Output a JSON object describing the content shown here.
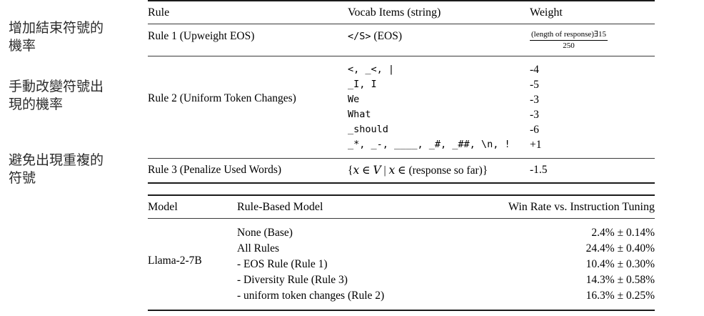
{
  "annotations": [
    {
      "id": "note-1",
      "text": "增加結束符號的\n機率"
    },
    {
      "id": "note-2",
      "text": "手動改變符號出\n現的機率"
    },
    {
      "id": "note-3",
      "text": "避免出現重複的\n符號"
    }
  ],
  "rules_table": {
    "headers": {
      "rule": "Rule",
      "vocab": "Vocab Items (string)",
      "weight": "Weight"
    },
    "rows": [
      {
        "label": "Rule 1 (Upweight EOS)",
        "vocab_mono": "</S>",
        "vocab_suffix": " (EOS)",
        "weight_numerator": "(length of response)∃15",
        "weight_denominator": "250"
      },
      {
        "label": "Rule 2 (Uniform Token Changes)",
        "items": [
          "<, _<, |",
          "_I, I",
          "We",
          "What",
          "_should",
          "_*, _-, ____, _#, _##, \\n, !"
        ],
        "weights": [
          "-4",
          "-5",
          "-3",
          "-3",
          "-6",
          "+1"
        ]
      },
      {
        "label": "Rule 3 (Penalize Used Words)",
        "set_open": "{",
        "set_var1": "x",
        "set_in1": " ∈ ",
        "set_vocab": "V",
        "set_bar": " | ",
        "set_var2": "x",
        "set_in2": " ∈ ",
        "set_tail": "(response so far)",
        "set_close": "}",
        "weight": "-1.5"
      }
    ]
  },
  "results_table": {
    "headers": {
      "model": "Model",
      "rule_based_model": "Rule-Based Model",
      "win_rate": "Win Rate vs. Instruction Tuning"
    },
    "model_name": "Llama-2-7B",
    "rows": [
      {
        "variant": "None (Base)",
        "win_rate": "2.4% ± 0.14%"
      },
      {
        "variant": "All Rules",
        "win_rate": "24.4% ± 0.40%"
      },
      {
        "variant": "- EOS Rule (Rule 1)",
        "win_rate": "10.4% ± 0.30%"
      },
      {
        "variant": "- Diversity Rule (Rule 3)",
        "win_rate": "14.3% ± 0.58%"
      },
      {
        "variant": "- uniform token changes (Rule 2)",
        "win_rate": "16.3% ± 0.25%"
      }
    ]
  },
  "colors": {
    "text": "#000000",
    "annotation_text": "#2b2b2b",
    "rule_line": "#1a1a1a",
    "background": "#ffffff"
  }
}
